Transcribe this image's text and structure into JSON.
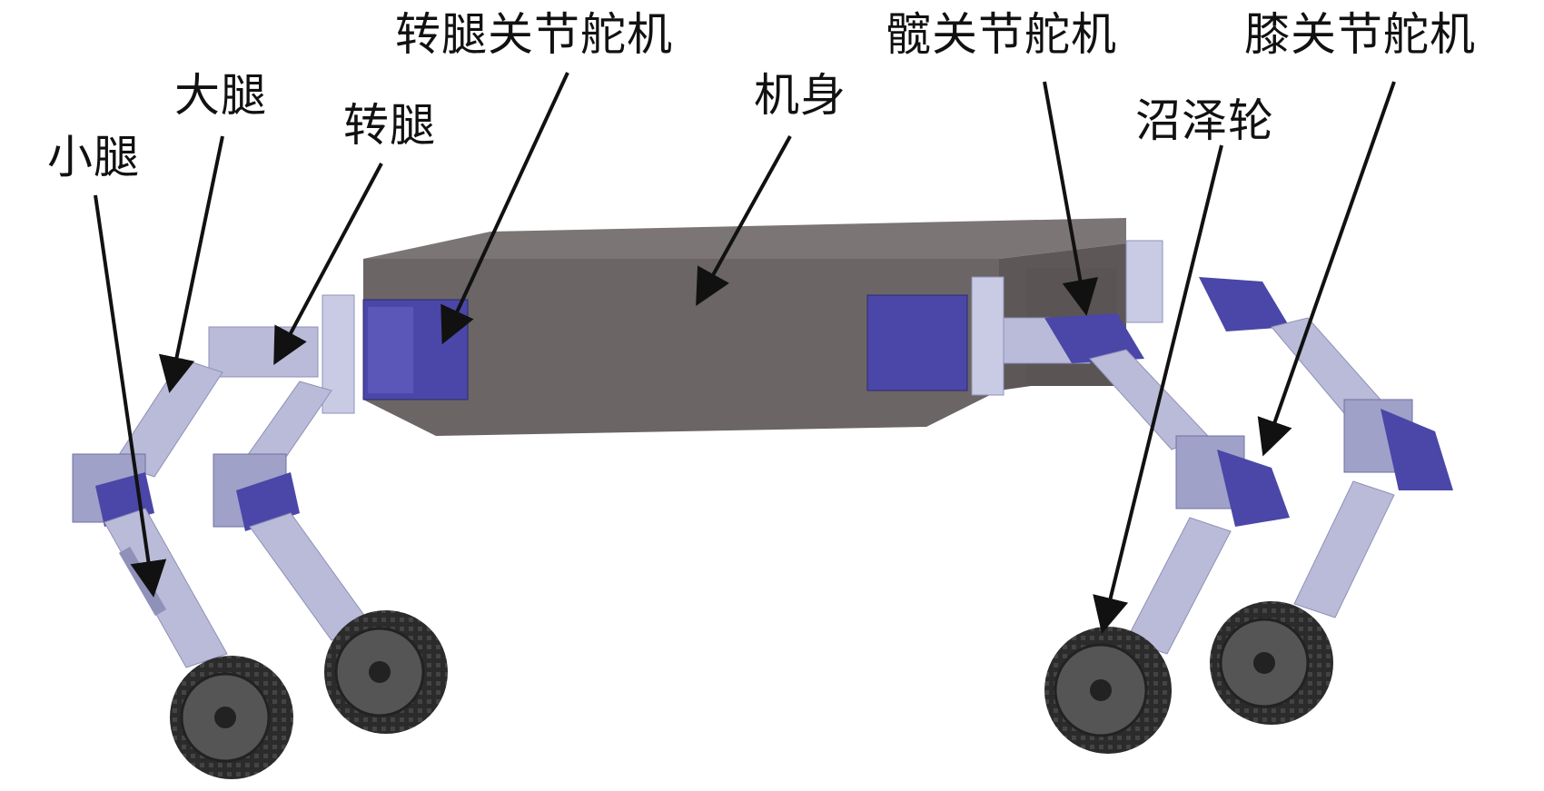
{
  "labels": {
    "turn_leg_joint_servo": "转腿关节舵机",
    "hip_joint_servo": "髋关节舵机",
    "knee_joint_servo": "膝关节舵机",
    "thigh": "大腿",
    "turn_leg": "转腿",
    "body": "机身",
    "swamp_wheel": "沼泽轮",
    "shank": "小腿"
  },
  "colors": {
    "body": "#6b6565",
    "body_top": "#7b7575",
    "body_dark": "#585252",
    "servo": "#4a47a8",
    "servo_light": "#6a66c8",
    "bracket": "#b9bbd8",
    "bracket_dark": "#8f91b8",
    "tire": "#2a2a2a",
    "hub": "#555555",
    "arrow": "#111111"
  }
}
